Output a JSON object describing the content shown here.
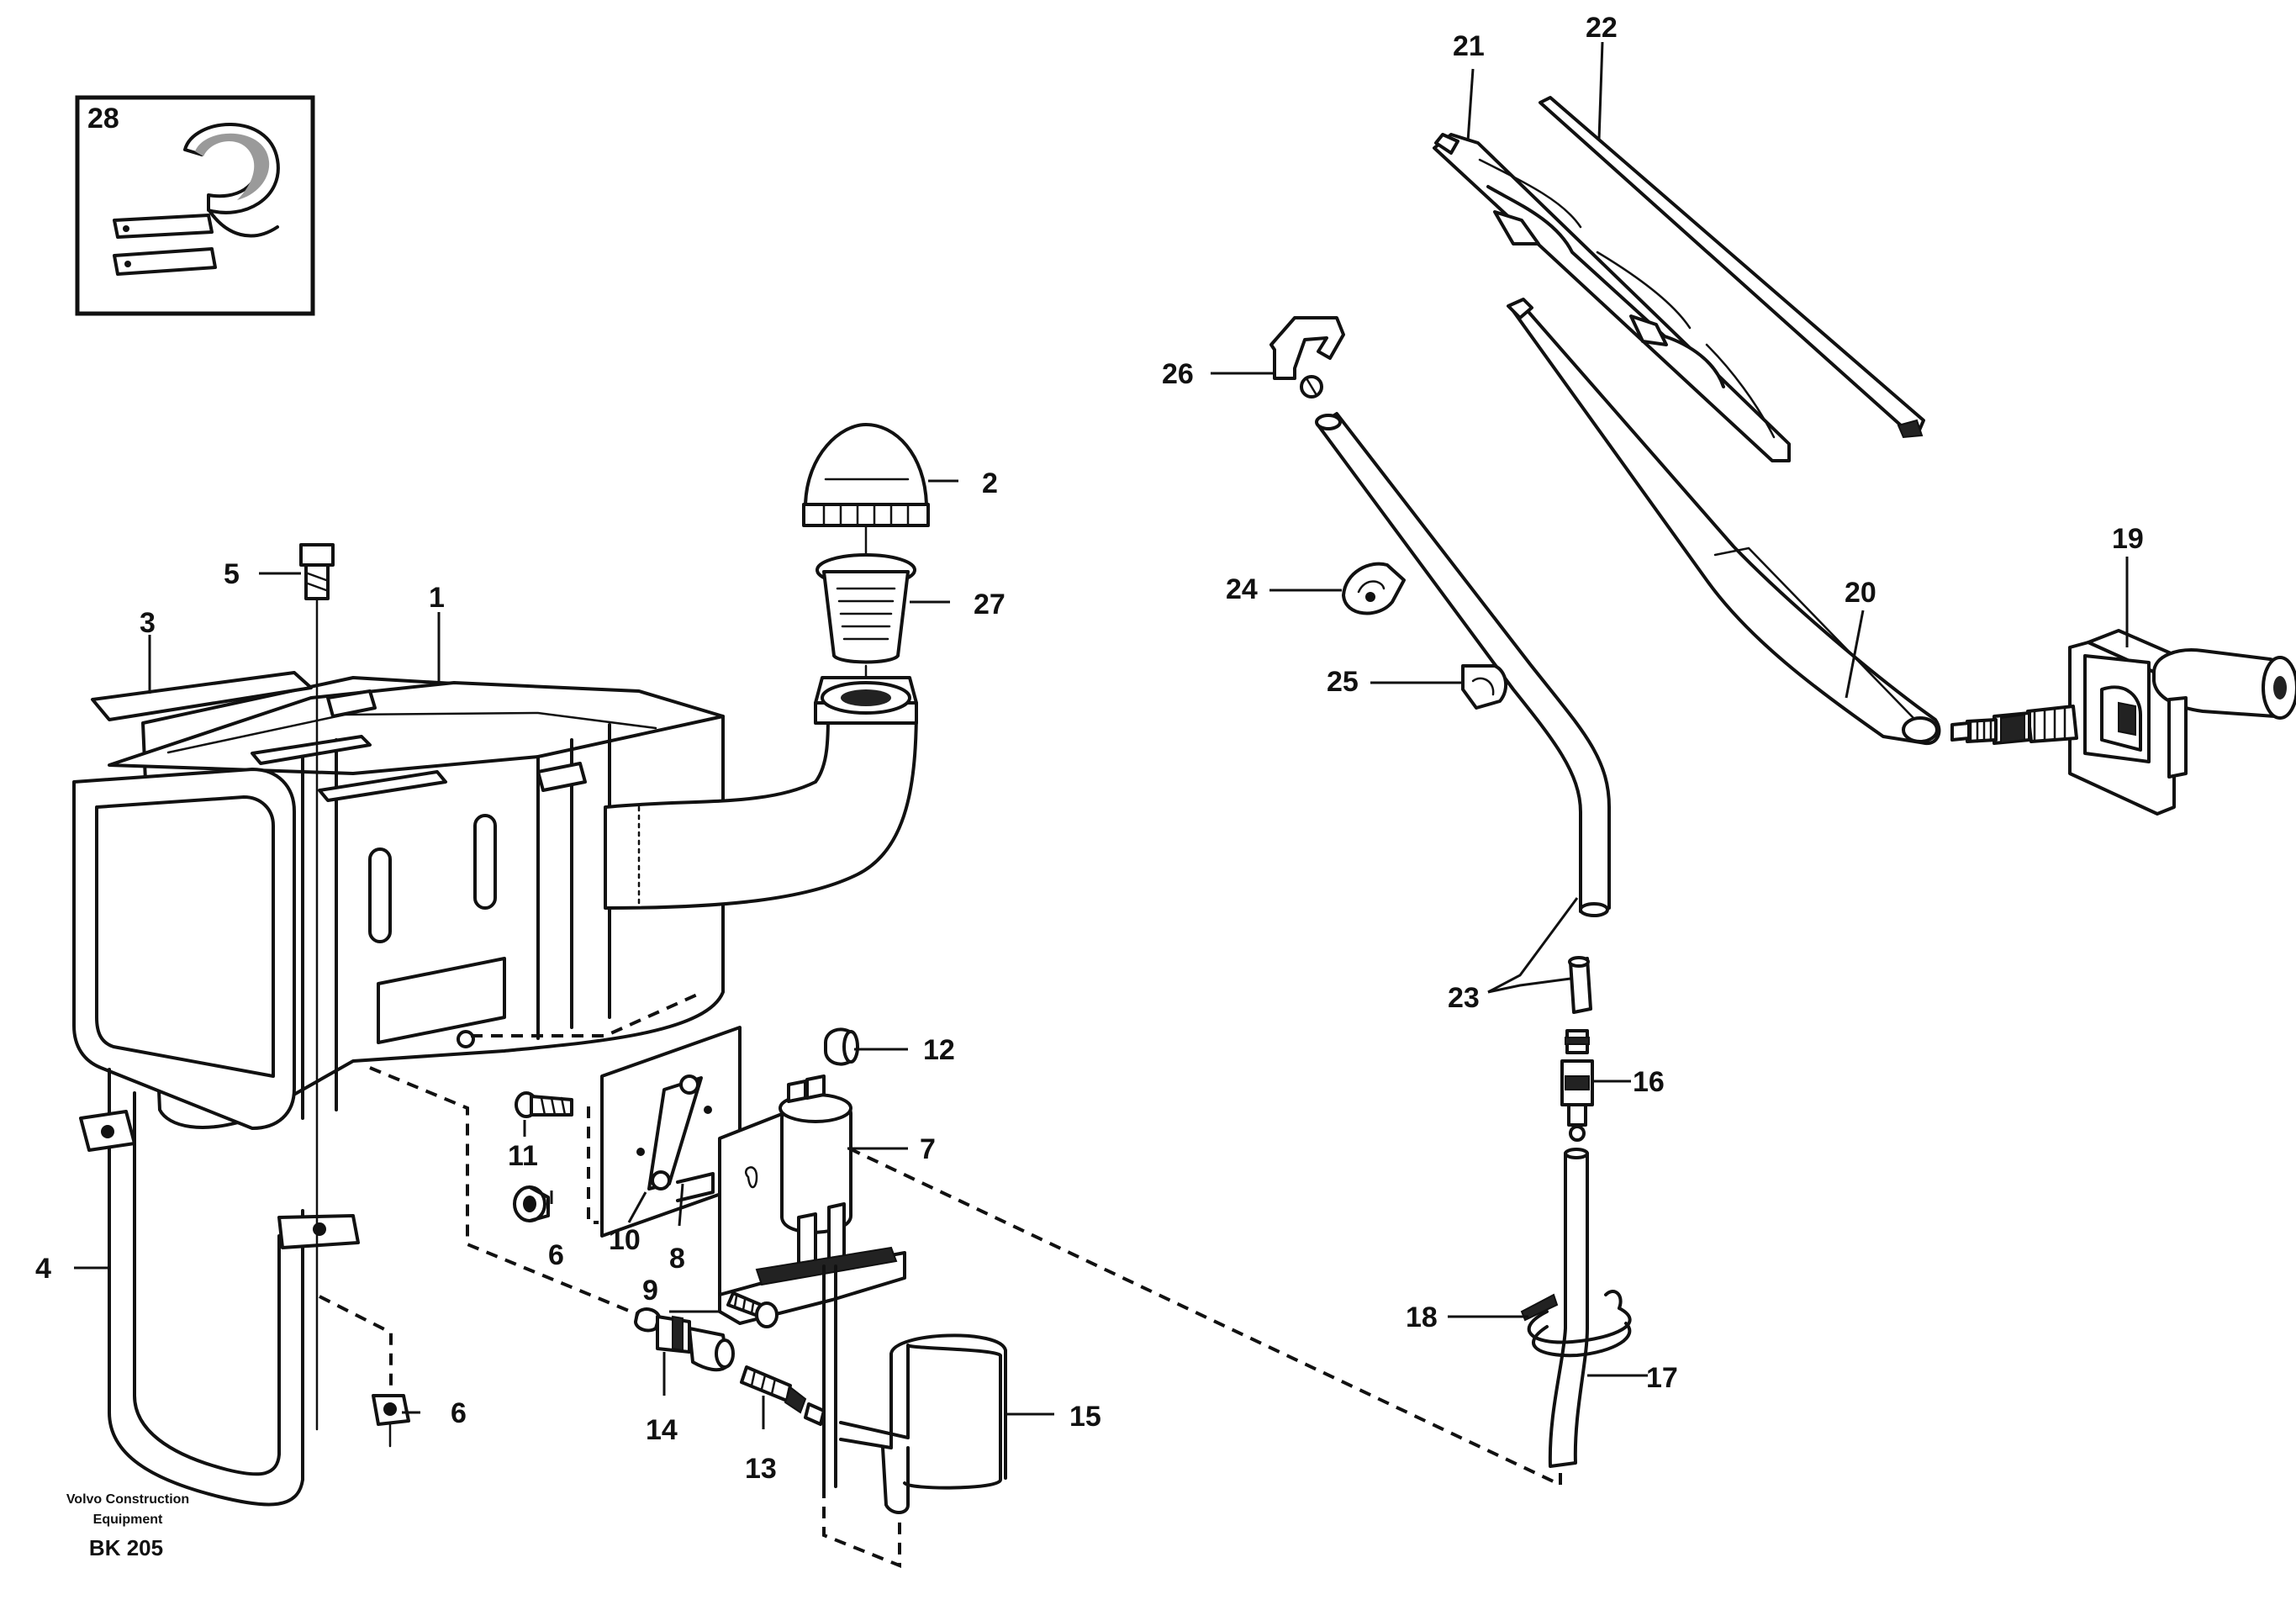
{
  "document": {
    "publisher_line1": "Volvo Construction",
    "publisher_line2": "Equipment",
    "code": "BK 205"
  },
  "inset": {
    "label": "28"
  },
  "callouts": {
    "c1": "1",
    "c2": "2",
    "c3": "3",
    "c4": "4",
    "c5": "5",
    "c6a": "6",
    "c6b": "6",
    "c7": "7",
    "c8": "8",
    "c9": "9",
    "c10": "10",
    "c11": "11",
    "c12": "12",
    "c13": "13",
    "c14": "14",
    "c15": "15",
    "c16": "16",
    "c17": "17",
    "c18": "18",
    "c19": "19",
    "c20": "20",
    "c21": "21",
    "c22": "22",
    "c23": "23",
    "c24": "24",
    "c25": "25",
    "c26": "26",
    "c27": "27"
  }
}
